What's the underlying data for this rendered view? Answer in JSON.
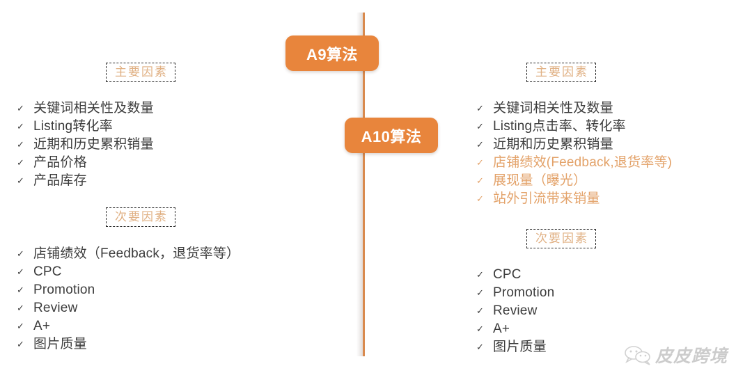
{
  "badges": {
    "a9": "A9算法",
    "a10": "A10算法",
    "color": "#e8853c"
  },
  "divider": {
    "color": "#d98a4e"
  },
  "left": {
    "primary": {
      "chip_label": "主要因素",
      "items": [
        "关键词相关性及数量",
        "Listing转化率",
        "近期和历史累积销量",
        "产品价格",
        "产品库存"
      ]
    },
    "secondary": {
      "chip_label": "次要因素",
      "items": [
        "店铺绩效（Feedback，退货率等）",
        "CPC",
        "Promotion",
        "Review",
        "A+",
        "图片质量"
      ]
    }
  },
  "right": {
    "primary": {
      "chip_label": "主要因素",
      "items": [
        {
          "text": "关键词相关性及数量",
          "highlighted": false
        },
        {
          "text": "Listing点击率、转化率",
          "highlighted": false
        },
        {
          "text": "近期和历史累积销量",
          "highlighted": false
        },
        {
          "text": "店铺绩效(Feedback,退货率等)",
          "highlighted": true
        },
        {
          "text": "展现量（曝光）",
          "highlighted": true
        },
        {
          "text": "站外引流带来销量",
          "highlighted": true
        }
      ]
    },
    "secondary": {
      "chip_label": "次要因素",
      "items": [
        "CPC",
        "Promotion",
        "Review",
        "A+",
        "图片质量"
      ]
    }
  },
  "bullet_glyph": "✓",
  "watermark": {
    "text": "皮皮跨境",
    "icon": "wechat-bubbles-icon"
  },
  "colors": {
    "highlight_text": "#e3a269",
    "chip_text": "#e0b083",
    "body_text": "#3c3c3c"
  }
}
